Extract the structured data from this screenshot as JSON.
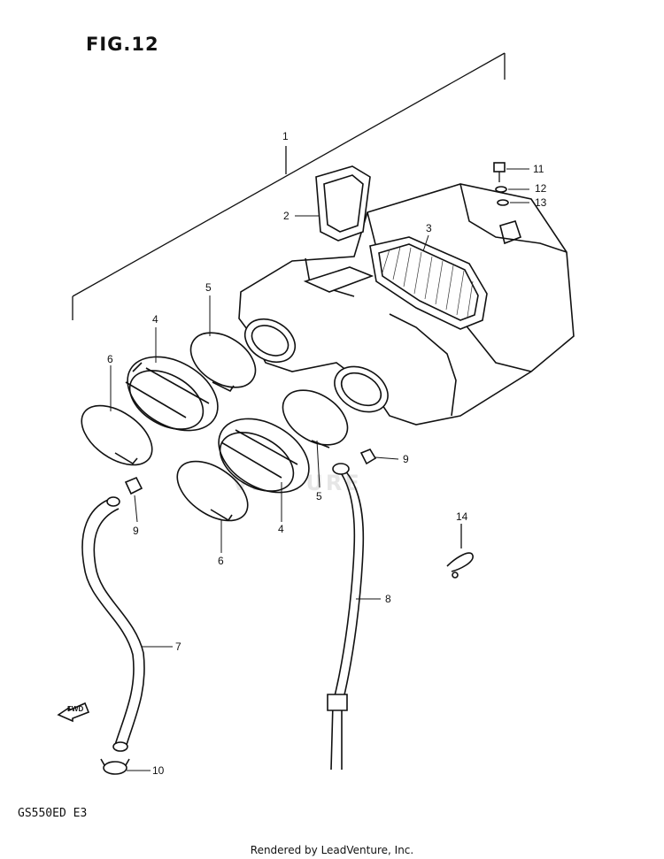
{
  "figure_title": "FIG.12",
  "model_code": "GS550ED  E3",
  "credit": "Rendered by LeadVenture, Inc.",
  "watermark": "VENTURE",
  "fwd_label": "FWD",
  "callouts": {
    "c1": "1",
    "c2": "2",
    "c3": "3",
    "c4a": "4",
    "c4b": "4",
    "c5a": "5",
    "c5b": "5",
    "c6a": "6",
    "c6b": "6",
    "c7": "7",
    "c8": "8",
    "c9a": "9",
    "c9b": "9",
    "c10": "10",
    "c11": "11",
    "c12": "12",
    "c13": "13",
    "c14": "14"
  }
}
